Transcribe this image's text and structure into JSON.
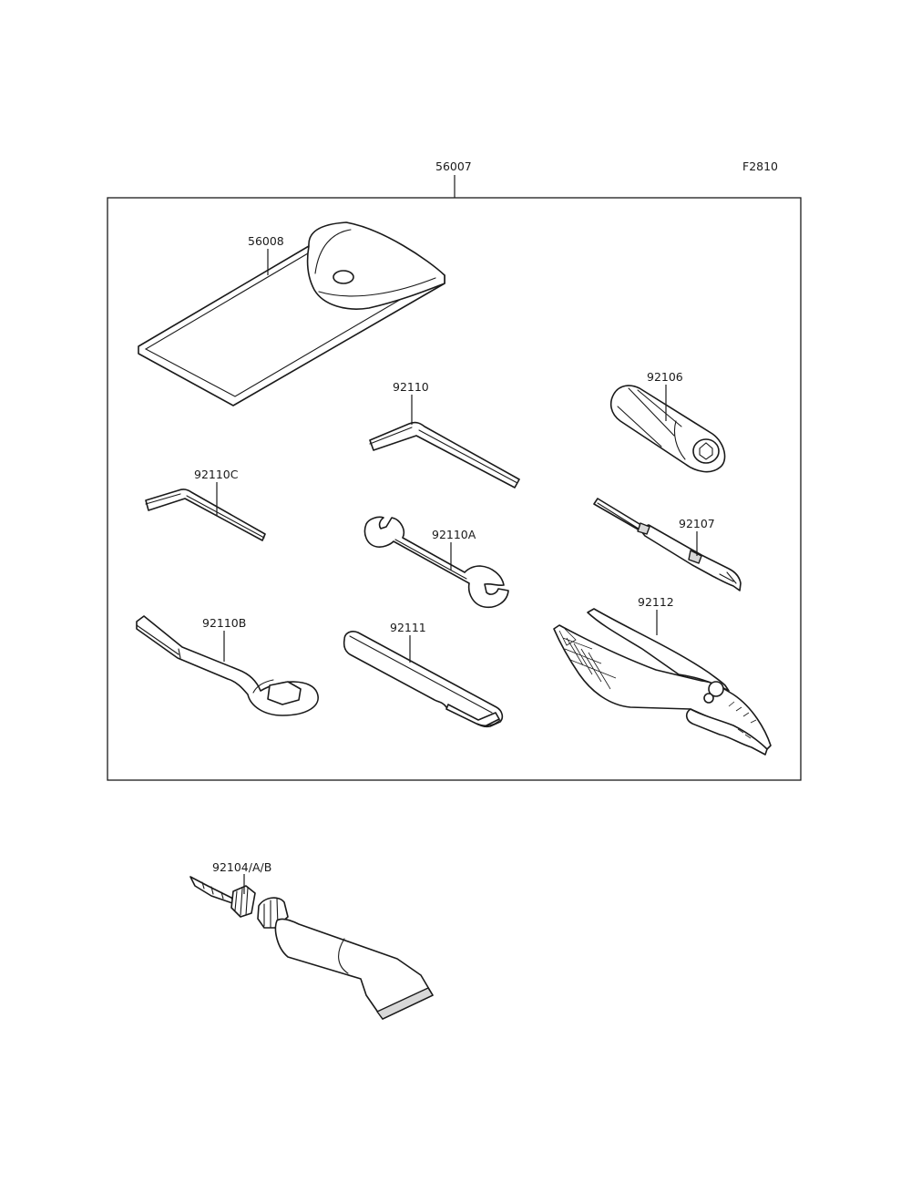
{
  "figure_code": "F2810",
  "labels": {
    "kit": "56007",
    "bag": "56008",
    "hex_wrench_large": "92110",
    "screwdriver_handle": "92106",
    "hex_wrench_small": "92110C",
    "open_end_wrench": "92110A",
    "screwdriver_bit": "92107",
    "ring_wrench": "92110B",
    "extension_bar": "92111",
    "pliers": "92112",
    "repair_kit": "92104/A/B"
  }
}
